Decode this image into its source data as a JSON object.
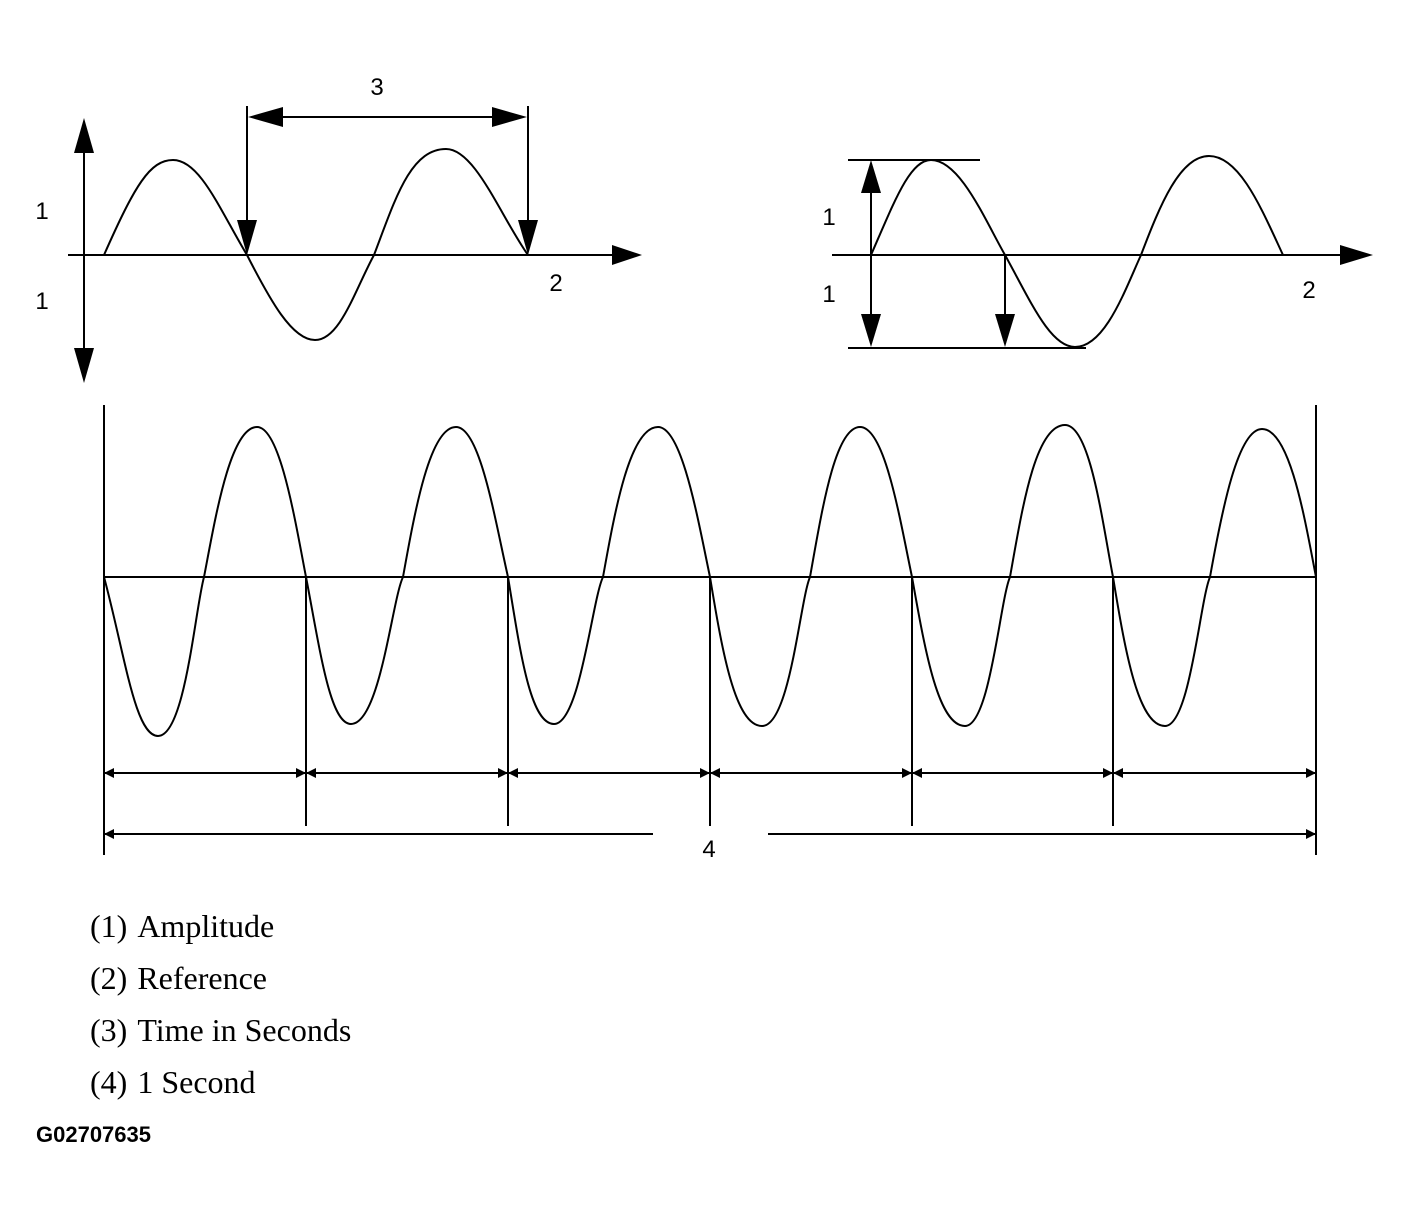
{
  "callouts": {
    "amplitude": "1",
    "reference": "2",
    "time_in_seconds": "3",
    "one_second": "4"
  },
  "legend": [
    {
      "num": "(1)",
      "text": "Amplitude"
    },
    {
      "num": "(2)",
      "text": "Reference"
    },
    {
      "num": "(3)",
      "text": "Time in Seconds"
    },
    {
      "num": "(4)",
      "text": "1 Second"
    }
  ],
  "figure_id": "G02707635",
  "colors": {
    "line": "#000000",
    "background": "#ffffff"
  }
}
